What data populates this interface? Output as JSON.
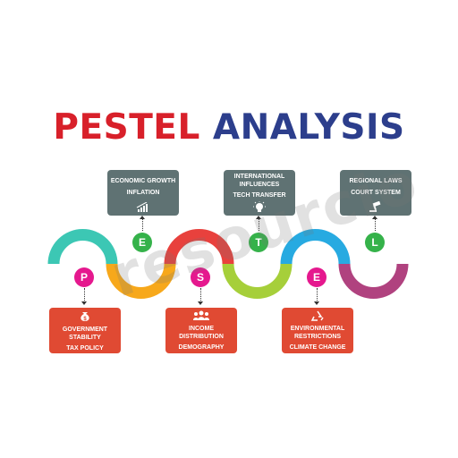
{
  "title": {
    "word1": "PESTEL",
    "word2": "ANALYSIS"
  },
  "watermark": "resourcio",
  "factors": [
    {
      "letter": "P",
      "lines": [
        "GOVERNMENT",
        "STABILITY",
        "TAX POLICY"
      ],
      "icon": "money-bag-icon"
    },
    {
      "letter": "E",
      "lines": [
        "ECONOMIC GROWTH",
        "INFLATION"
      ],
      "icon": "growth-chart-icon"
    },
    {
      "letter": "S",
      "lines": [
        "INCOME",
        "DISTRIBUTION",
        "DEMOGRAPHY"
      ],
      "icon": "people-icon"
    },
    {
      "letter": "T",
      "lines": [
        "INTERNATIONAL",
        "INFLUENCES",
        "TECH TRANSFER"
      ],
      "icon": "lightbulb-icon"
    },
    {
      "letter": "E",
      "lines": [
        "ENVIRONMENTAL",
        "RESTRICTIONS",
        "CLIMATE CHANGE"
      ],
      "icon": "recycle-icon"
    },
    {
      "letter": "L",
      "lines": [
        "REGIONAL LAWS",
        "COURT SYSTEM"
      ],
      "icon": "gavel-icon"
    }
  ],
  "colors": {
    "title_red": "#d8202a",
    "title_blue": "#2c3e8c",
    "gray_box": "#5f7273",
    "red_box": "#e04a33",
    "green_circle": "#35b24a",
    "magenta_circle": "#e5188e",
    "wave": [
      "#3cc7b4",
      "#f7a81b",
      "#e8413d",
      "#a6cf3a",
      "#27aae1",
      "#b0427f"
    ]
  }
}
